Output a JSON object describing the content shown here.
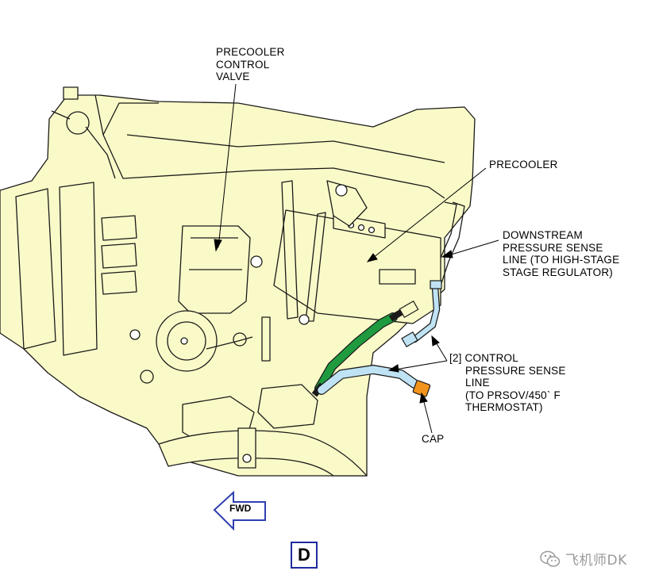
{
  "callouts": {
    "precooler_control_valve": [
      "PRECOOLER",
      "CONTROL",
      "VALVE"
    ],
    "precooler": "PRECOOLER",
    "downstream_line": [
      "DOWNSTREAM",
      "PRESSURE SENSE",
      "LINE (TO HIGH-STAGE",
      "STAGE REGULATOR)"
    ],
    "control_line": [
      "[2] CONTROL",
      "PRESSURE SENSE",
      "LINE",
      "(TO PRSOV/450` F",
      "THERMOSTAT)"
    ],
    "cap": "CAP"
  },
  "direction_arrow": "FWD",
  "view_label": "D",
  "watermark": {
    "icon": "wechat-icon",
    "text": "飞机师DK"
  },
  "colors": {
    "background": "#ffffff",
    "engine_fill": "#fafac8",
    "outline": "#1a1a1a",
    "green_line": "#1f9a3f",
    "blue_line": "#bfe3f4",
    "cap_orange": "#f2931b",
    "view_box": "#1e2a9c",
    "arrow": "#2f3fb0"
  }
}
